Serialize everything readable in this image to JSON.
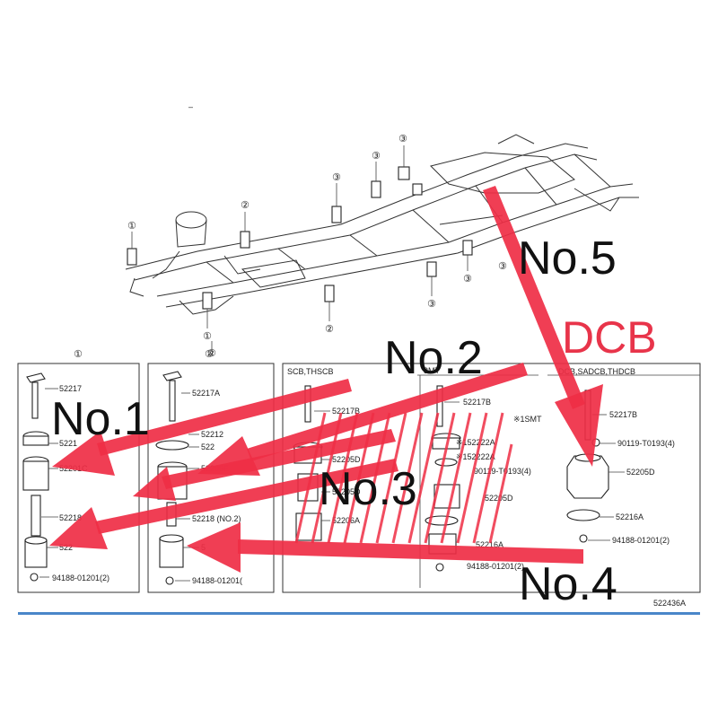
{
  "diagram": {
    "callouts": {
      "no1": "No.1",
      "no2": "No.2",
      "no3": "No.3",
      "no4": "No.4",
      "no5": "No.5",
      "dcb": "DCB"
    },
    "circle_labels": {
      "c1": "①",
      "c2": "②",
      "c3": "③"
    },
    "panel_titles": {
      "p1": "①",
      "p2": "②",
      "p3_left": "SCB,THSCB",
      "p3_mid": "3MT",
      "p3_right": "DCB,SADCB,THDCB"
    },
    "parts_panel1": [
      "52217",
      "5221",
      "52201C",
      "52218",
      "522",
      "94188-01201(2)"
    ],
    "parts_panel2": [
      "52217A",
      "52212",
      "522",
      "52205E",
      "52218 (NO.2)",
      "5",
      "94188-01201("
    ],
    "parts_panel3_left": [
      "52217B",
      "52205D",
      "52205D",
      "52206A"
    ],
    "parts_panel3_mid": [
      "52217B",
      "※1SMT",
      "※152222A",
      "※152222A",
      "90119-T0193(4)",
      "52205D",
      "52216A",
      "94188-01201(2)"
    ],
    "parts_panel3_right": [
      "52217B",
      "90119-T0193(4)",
      "52205D",
      "52216A",
      "94188-01201(2)"
    ],
    "figure_code": "522436A",
    "top_mark": "–"
  }
}
